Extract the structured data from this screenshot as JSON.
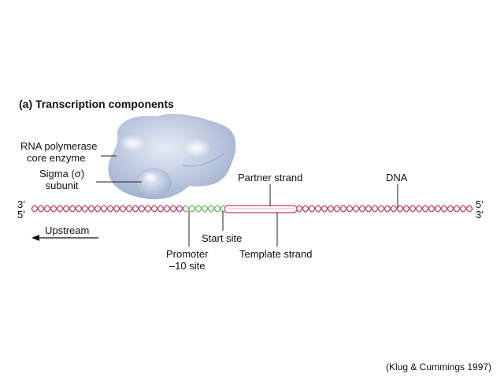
{
  "title": "(a) Transcription components",
  "labels": {
    "rna_polymerase_line1": "RNA polymerase",
    "rna_polymerase_line2": "core enzyme",
    "sigma_line1": "Sigma (σ)",
    "sigma_line2": "subunit",
    "partner_strand": "Partner strand",
    "dna": "DNA",
    "start_site": "Start site",
    "template_strand": "Template strand",
    "promoter_line1": "Promoter",
    "promoter_line2": "–10 site",
    "upstream": "Upstream",
    "left_top_end": "3′",
    "left_bottom_end": "5′",
    "right_top_end": "5′",
    "right_bottom_end": "3′"
  },
  "credit": "(Klug & Cummings 1997)",
  "colors": {
    "dna_strand": "#c83a6e",
    "promoter_strand": "#6fb36a",
    "template_box": "#c83a6e",
    "enzyme": "#b9c6de",
    "leader_line": "#222222"
  }
}
